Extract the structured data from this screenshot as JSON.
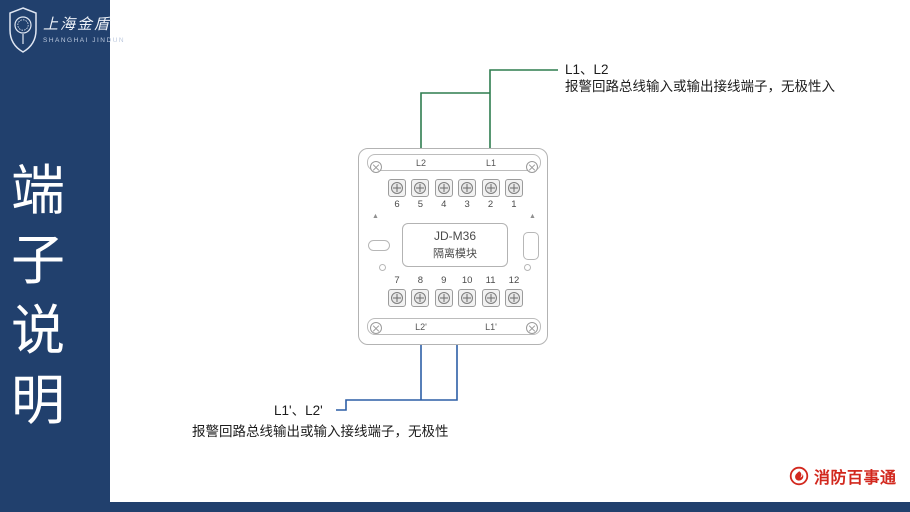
{
  "sidebar": {
    "brand_cn": "上海金盾",
    "brand_en": "SHANGHAI JINDUN",
    "title_chars": [
      "端",
      "子",
      "说",
      "明"
    ]
  },
  "module": {
    "model": "JD-M36",
    "name": "隔离模块",
    "top_strip_left": "L2",
    "top_strip_right": "L1",
    "bottom_strip_left": "L2'",
    "bottom_strip_right": "L1'",
    "top_numbers": [
      "6",
      "5",
      "4",
      "3",
      "2",
      "1"
    ],
    "bottom_numbers": [
      "7",
      "8",
      "9",
      "10",
      "11",
      "12"
    ]
  },
  "annotations": {
    "top_title": "L1、L2",
    "top_desc": "报警回路总线输入或输出接线端子，无极性入",
    "bottom_title": "L1'、L2'",
    "bottom_desc": "报警回路总线输出或输入接线端子，无极性"
  },
  "wires": {
    "top_color": "#2e7d4f",
    "bottom_color": "#2d5fa6"
  },
  "footer": {
    "brand": "消防百事通"
  },
  "colors": {
    "sidebar_bg": "#21406d",
    "brand_red": "#d2281e"
  }
}
